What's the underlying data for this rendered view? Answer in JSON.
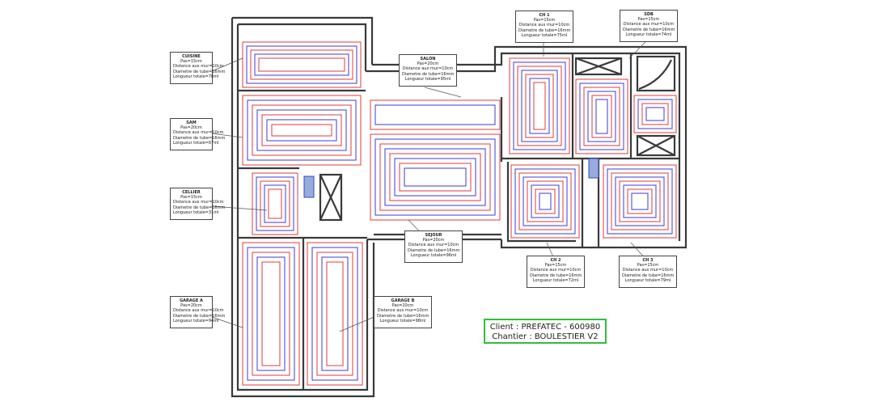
{
  "rooms": {
    "cuisine": {
      "name": "CUISINE",
      "pas": "Pas=15cm",
      "distance": "Distance aux mur=10cm",
      "diametre": "Diametre de tube=16mm",
      "longueur": "Longueur totale=78ml"
    },
    "sam": {
      "name": "SAM",
      "pas": "Pas=20cm",
      "distance": "Distance aux mur=10cm",
      "diametre": "Diametre de tube=16mm",
      "longueur": "Longueur totale=67ml"
    },
    "cellier": {
      "name": "CELLIER",
      "pas": "Pas=15cm",
      "distance": "Distance aux mur=10cm",
      "diametre": "Diametre de tube=16mm",
      "longueur": "Longueur totale=31ml"
    },
    "garage_a": {
      "name": "GARAGE A",
      "pas": "Pas=20cm",
      "distance": "Distance aux mur=10cm",
      "diametre": "Diametre de tube=16mm",
      "longueur": "Longueur totale=94ml"
    },
    "garage_b": {
      "name": "GARAGE B",
      "pas": "Pas=20cm",
      "distance": "Distance aux mur=10cm",
      "diametre": "Diametre de tube=16mm",
      "longueur": "Longueur totale=98ml"
    },
    "salon": {
      "name": "SALON",
      "pas": "Pas=20cm",
      "distance": "Distance aux mur=10cm",
      "diametre": "Diametre de tube=16mm",
      "longueur": "Longueur totale=95ml"
    },
    "sejour": {
      "name": "SEJOUR",
      "pas": "Pas=20cm",
      "distance": "Distance aux mur=10cm",
      "diametre": "Diametre de tube=16mm",
      "longueur": "Longueur totale=96ml"
    },
    "ch1": {
      "name": "CH 1",
      "pas": "Pas=15cm",
      "distance": "Distance aux mur=10cm",
      "diametre": "Diametre de tube=16mm",
      "longueur": "Longueur totale=75ml"
    },
    "sdb": {
      "name": "SDB",
      "pas": "Pas=15cm",
      "distance": "Distance aux mur=10cm",
      "diametre": "Diametre de tube=16mm",
      "longueur": "Longueur totale=74ml"
    },
    "ch2": {
      "name": "CH 2",
      "pas": "Pas=15cm",
      "distance": "Distance aux mur=10cm",
      "diametre": "Diametre de tube=16mm",
      "longueur": "Longueur totale=72ml"
    },
    "ch3": {
      "name": "CH 3",
      "pas": "Pas=15cm",
      "distance": "Distance aux mur=10cm",
      "diametre": "Diametre de tube=16mm",
      "longueur": "Longueur totale=79ml"
    }
  },
  "client": {
    "line1": "Client : PREFATEC - 600980",
    "line2": "Chantier : BOULESTIER V2"
  },
  "colors": {
    "supply": "#e03b3b",
    "return": "#3b3bd6",
    "wall": "#3a3a3a",
    "frame": "#2fbf3a"
  }
}
